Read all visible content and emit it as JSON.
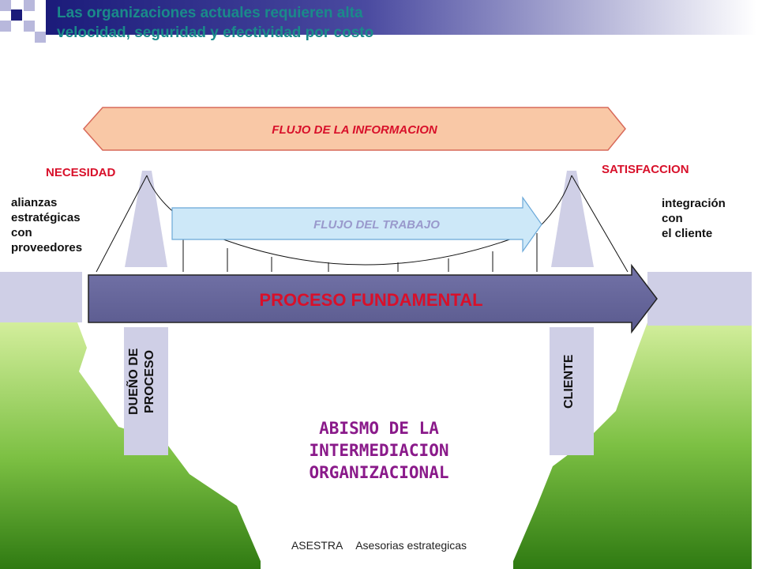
{
  "title": "Las organizaciones actuales requieren alta\nvelocidad, seguridad y efectividad por costo",
  "arrows": {
    "info_flow": "FLUJO DE LA INFORMACION",
    "work_flow": "FLUJO DEL TRABAJO",
    "core_process": "PROCESO FUNDAMENTAL"
  },
  "left": {
    "need_label": "NECESIDAD",
    "description": "alianzas\nestratégicas\ncon\nproveedores",
    "pillar_label": "DUEÑO DE\nPROCESO"
  },
  "right": {
    "satisfaction_label": "SATISFACCION",
    "description": "integración\ncon\nel cliente",
    "pillar_label": "CLIENTE"
  },
  "abyss_label": "ABISMO DE LA\nINTERMEDIACION\nORGANIZACIONAL",
  "footer": {
    "brand": "ASESTRA",
    "tagline": "Asesorias estrategicas"
  },
  "colors": {
    "title": "#1a8a8a",
    "info_arrow": "#f9c8a6",
    "work_arrow": "#cde8f8",
    "core_arrow": "#666699",
    "pillar": "#cfcfe6",
    "grass_top": "#b8e07a",
    "grass_bottom": "#2f7a12",
    "red_label": "#d8102a",
    "abyss_label": "#8a1a8a"
  }
}
